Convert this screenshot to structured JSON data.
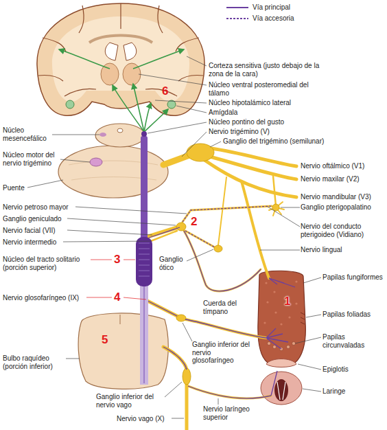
{
  "diagram": {
    "labels": [
      "Corteza sensitiva (justo debajo de la zona de la cara)",
      "Núcleo ventral posteromedial del tálamo",
      "Núcleo hipotalámico lateral",
      "Amígdala",
      "6",
      "Núcleo mesencefálico",
      "Núcleo pontino del gusto",
      "Núcleo motor del nervio trigémino",
      "Nervio trigémino (V)",
      "Ganglio del trigémino (semilunar)",
      "Puente",
      "Nervio oftálmico (V1)",
      "Nervio maxilar (V2)",
      "Nervio mandibular (V3)",
      "Ganglio pterigopalatino",
      "Nervio petroso mayor",
      "Ganglio geniculado",
      "2",
      "Nervio facial (VII)",
      "Nervio del conducto pterigoideo (Vidiano)",
      "Nervio intermedio",
      "Nervio lingual",
      "Ganglio ótico",
      "Núcleo del tracto solitario (porción superior)",
      "3",
      "Papilas fungiformes",
      "1",
      "Cuerda del tímpano",
      "Nervio glosofaríngeo (IX)",
      "4",
      "Papilas foliadas",
      "Ganglio inferior del nervio glosofaríngeo",
      "Papilas circunvaladas",
      "5",
      "Bulbo raquídeo (porción inferior)",
      "Epiglotis",
      "Ganglio inferior del nervio vago",
      "Laringe",
      "Nervio laríngeo superior",
      "Nervio vago (X)"
    ],
    "legend": [
      {
        "text": "Vía principal"
      },
      {
        "text": "Vía accesoria"
      }
    ]
  }
}
